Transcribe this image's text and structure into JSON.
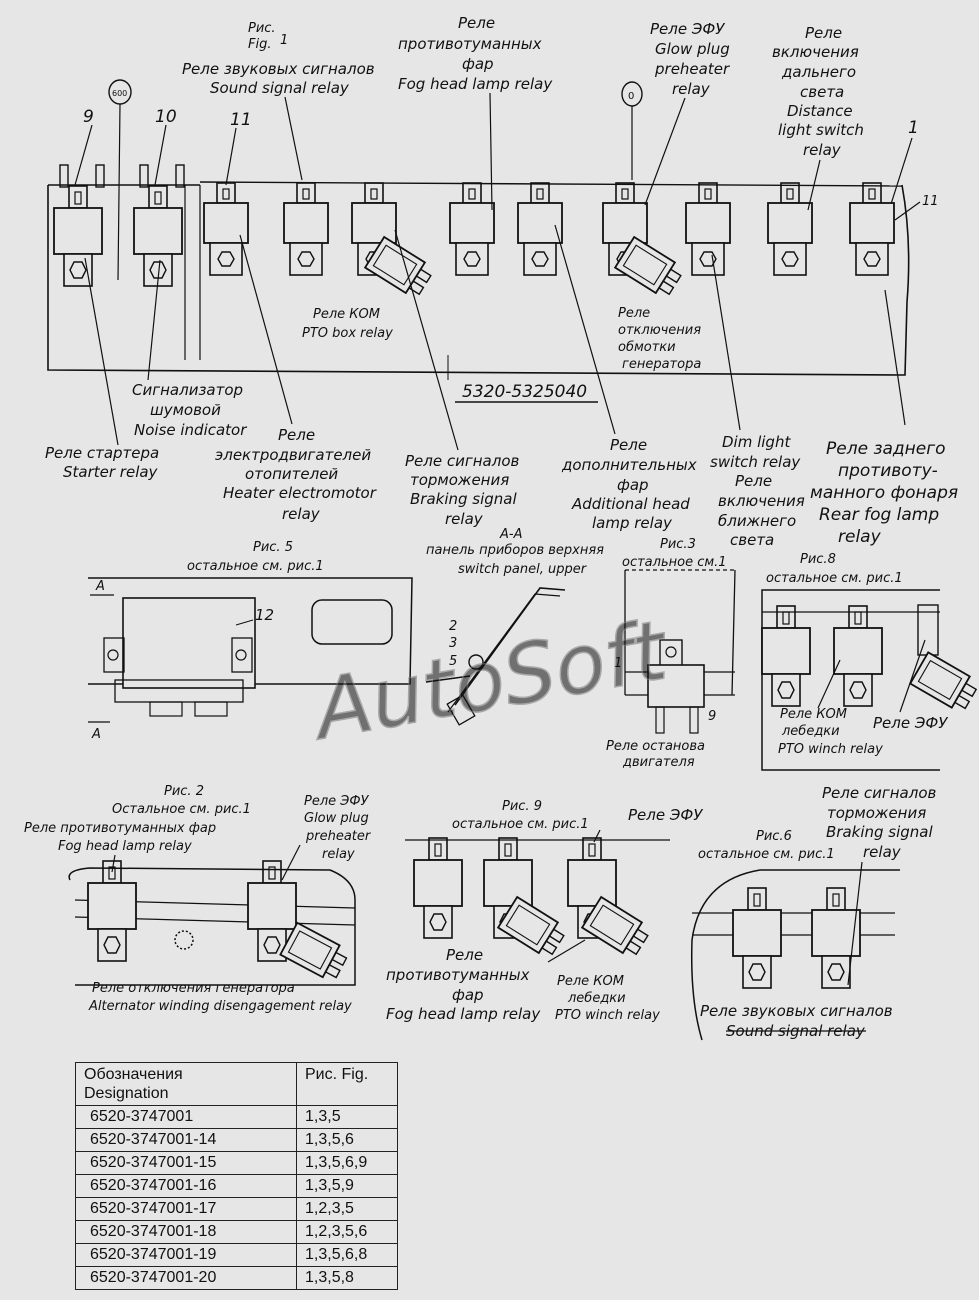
{
  "fig1": {
    "caption_ru": "Рис.",
    "caption_en": "Fig.",
    "caption_num": "1",
    "part_number": "5320-5325040",
    "callout_600": "600",
    "callout_0": "0",
    "num_9": "9",
    "num_10": "10",
    "num_11": "11",
    "num_1": "1",
    "num_11b": "11",
    "labels": {
      "sound_ru": "Реле звуковых сигналов",
      "sound_en": "Sound signal relay",
      "fog_ru1": "Реле",
      "fog_ru2": "противотуманных",
      "fog_ru3": "фар",
      "fog_en": "Fog head lamp relay",
      "efu_ru": "Реле ЭФУ",
      "efu_en1": "Glow plug",
      "efu_en2": "preheater",
      "efu_en3": "relay",
      "dist_ru1": "Реле",
      "dist_ru2": "включения",
      "dist_ru3": "дальнего",
      "dist_ru4": "света",
      "dist_en1": "Distance",
      "dist_en2": "light switch",
      "dist_en3": "relay",
      "pto_ru": "Реле КОМ",
      "pto_en": "PTO box relay",
      "gen_ru1": "Реле",
      "gen_ru2": "отключения",
      "gen_ru3": "обмотки",
      "gen_ru4": "генератора",
      "noise_ru1": "Сигнализатор",
      "noise_ru2": "шумовой",
      "noise_en": "Noise indicator",
      "starter_ru": "Реле стартера",
      "starter_en": "Starter relay",
      "heater_ru1": "Реле",
      "heater_ru2": "электродвигателей",
      "heater_ru3": "отопителей",
      "heater_en1": "Heater electromotor",
      "heater_en2": "relay",
      "brake_ru1": "Реле сигналов",
      "brake_ru2": "торможения",
      "brake_en1": "Braking signal",
      "brake_en2": "relay",
      "addhead_ru1": "Реле",
      "addhead_ru2": "дополнительных",
      "addhead_ru3": "фар",
      "addhead_en1": "Additional head",
      "addhead_en2": "lamp relay",
      "dim_en1": "Dim light",
      "dim_en2": "switch relay",
      "dim_ru1": "Реле",
      "dim_ru2": "включения",
      "dim_ru3": "ближнего",
      "dim_ru4": "света",
      "rearfog_ru1": "Реле заднего",
      "rearfog_ru2": "противоту-",
      "rearfog_ru3": "манного фонаря",
      "rearfog_en1": "Rear fog lamp",
      "rearfog_en2": "relay"
    }
  },
  "fig5": {
    "title": "Рис. 5",
    "subtitle": "остальное см. рис.1",
    "num_12": "12",
    "section_a": "A",
    "section_aa": "A-A",
    "panel_ru": "панель приборов верхняя",
    "panel_en": "switch panel, upper",
    "n2": "2",
    "n3": "3",
    "n5": "5"
  },
  "fig3": {
    "title": "Рис.3",
    "subtitle": "остальное см.1",
    "n1": "1",
    "n9": "9",
    "stop_ru1": "Реле останова",
    "stop_ru2": "двигателя"
  },
  "fig8": {
    "title": "Рис.8",
    "subtitle": "остальное см. рис.1",
    "winch_ru1": "Реле КОМ",
    "winch_ru2": "лебедки",
    "winch_en": "PTO winch relay",
    "efu": "Реле ЭФУ"
  },
  "fig2": {
    "title": "Рис. 2",
    "subtitle": "Остальное см. рис.1",
    "fog_ru": "Реле противотуманных фар",
    "fog_en": "Fog head lamp relay",
    "efu_ru": "Реле ЭФУ",
    "efu_en1": "Glow plug",
    "efu_en2": "preheater",
    "efu_en3": "relay",
    "alt_ru": "Реле отключения генератора",
    "alt_en": "Alternator winding disengagement relay"
  },
  "fig9": {
    "title": "Рис. 9",
    "subtitle": "остальное см. рис.1",
    "efu": "Реле ЭФУ",
    "fog_ru1": "Реле",
    "fog_ru2": "противотуманных",
    "fog_ru3": "фар",
    "fog_en": "Fog head lamp relay",
    "winch_ru1": "Реле КОМ",
    "winch_ru2": "лебедки",
    "winch_en": "PTO winch relay"
  },
  "fig6": {
    "title": "Рис.6",
    "subtitle": "остальное см. рис.1",
    "brake_ru1": "Реле сигналов",
    "brake_ru2": "торможения",
    "brake_en1": "Braking signal",
    "brake_en2": "relay",
    "sound_ru": "Реле звуковых сигналов",
    "sound_en": "Sound signal relay"
  },
  "watermark": "AutoSoft",
  "table": {
    "header_col1_ru": "Обозначения",
    "header_col1_en": "Designation",
    "header_col2": "Рис. Fig.",
    "rows": [
      {
        "designation": "6520-3747001",
        "figs": "1,3,5"
      },
      {
        "designation": "6520-3747001-14",
        "figs": "1,3,5,6"
      },
      {
        "designation": "6520-3747001-15",
        "figs": "1,3,5,6,9"
      },
      {
        "designation": "6520-3747001-16",
        "figs": "1,3,5,9"
      },
      {
        "designation": "6520-3747001-17",
        "figs": "1,2,3,5"
      },
      {
        "designation": "6520-3747001-18",
        "figs": "1,2,3,5,6"
      },
      {
        "designation": "6520-3747001-19",
        "figs": "1,3,5,6,8"
      },
      {
        "designation": "6520-3747001-20",
        "figs": "1,3,5,8"
      }
    ]
  }
}
